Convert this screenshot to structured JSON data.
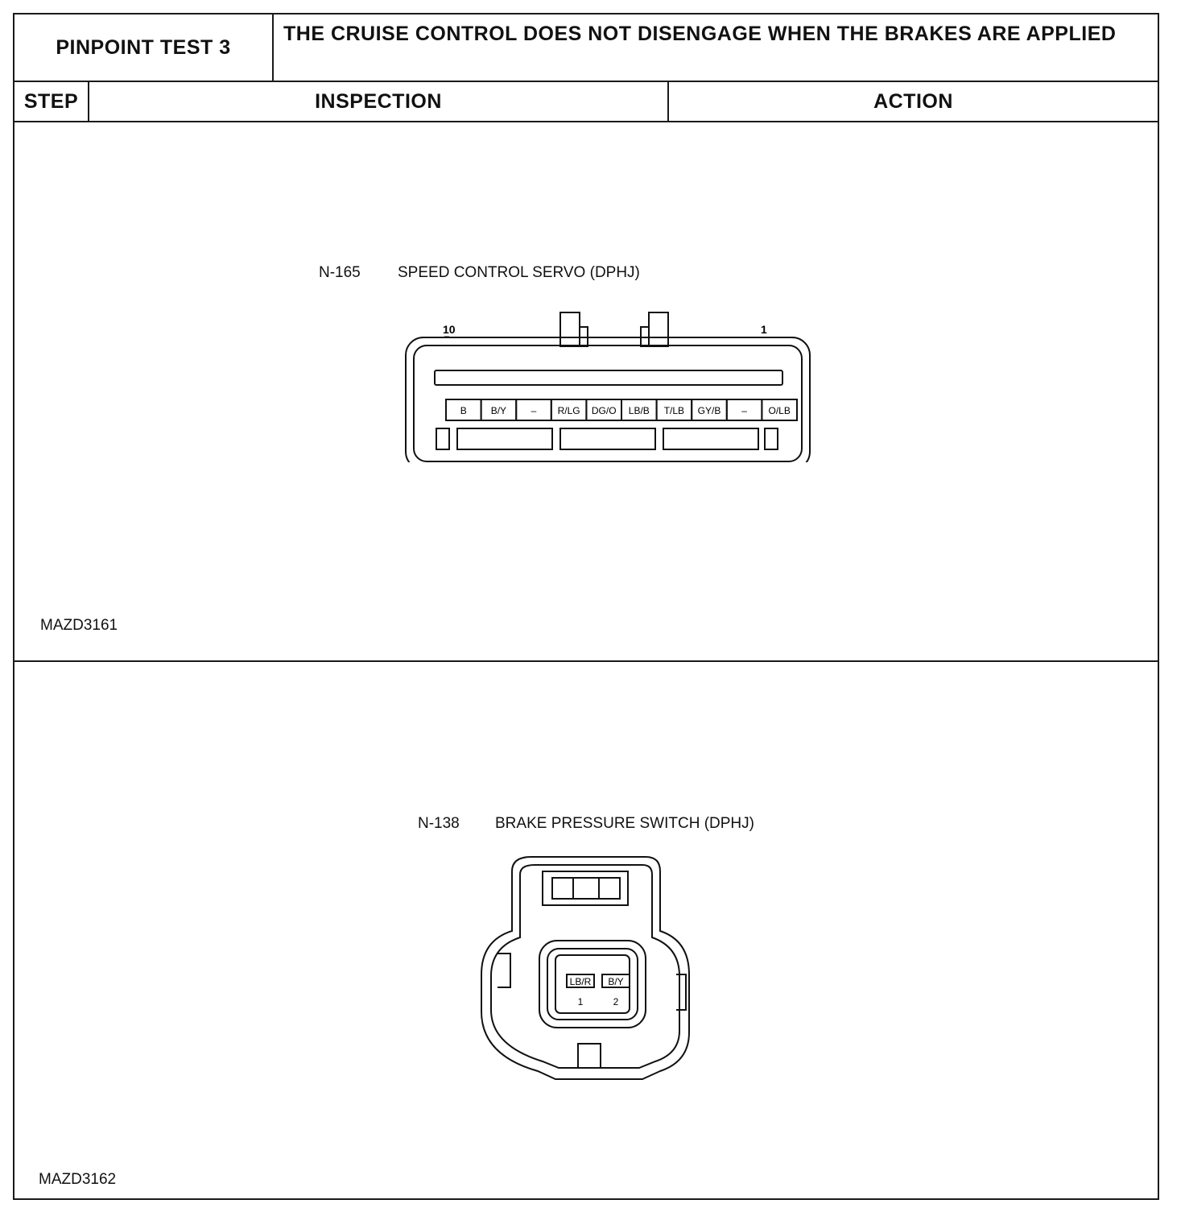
{
  "header": {
    "test_title": "PINPOINT TEST 3",
    "test_description": "THE CRUISE CONTROL DOES NOT DISENGAGE WHEN THE BRAKES ARE APPLIED",
    "col_step": "STEP",
    "col_inspection": "INSPECTION",
    "col_action": "ACTION"
  },
  "figure1": {
    "connector_id": "N-165",
    "connector_name": "SPEED CONTROL SERVO (DPHJ)",
    "pin_left_label": "10",
    "pin_right_label": "1",
    "wire_colors": [
      "B",
      "B/Y",
      "–",
      "R/LG",
      "DG/O",
      "LB/B",
      "T/LB",
      "GY/B",
      "–",
      "O/LB"
    ],
    "figure_code": "MAZD3161"
  },
  "figure2": {
    "connector_id": "N-138",
    "connector_name": "BRAKE PRESSURE SWITCH (DPHJ)",
    "wire_colors": [
      "LB/R",
      "B/Y"
    ],
    "pin_numbers": [
      "1",
      "2"
    ],
    "figure_code": "MAZD3162"
  }
}
